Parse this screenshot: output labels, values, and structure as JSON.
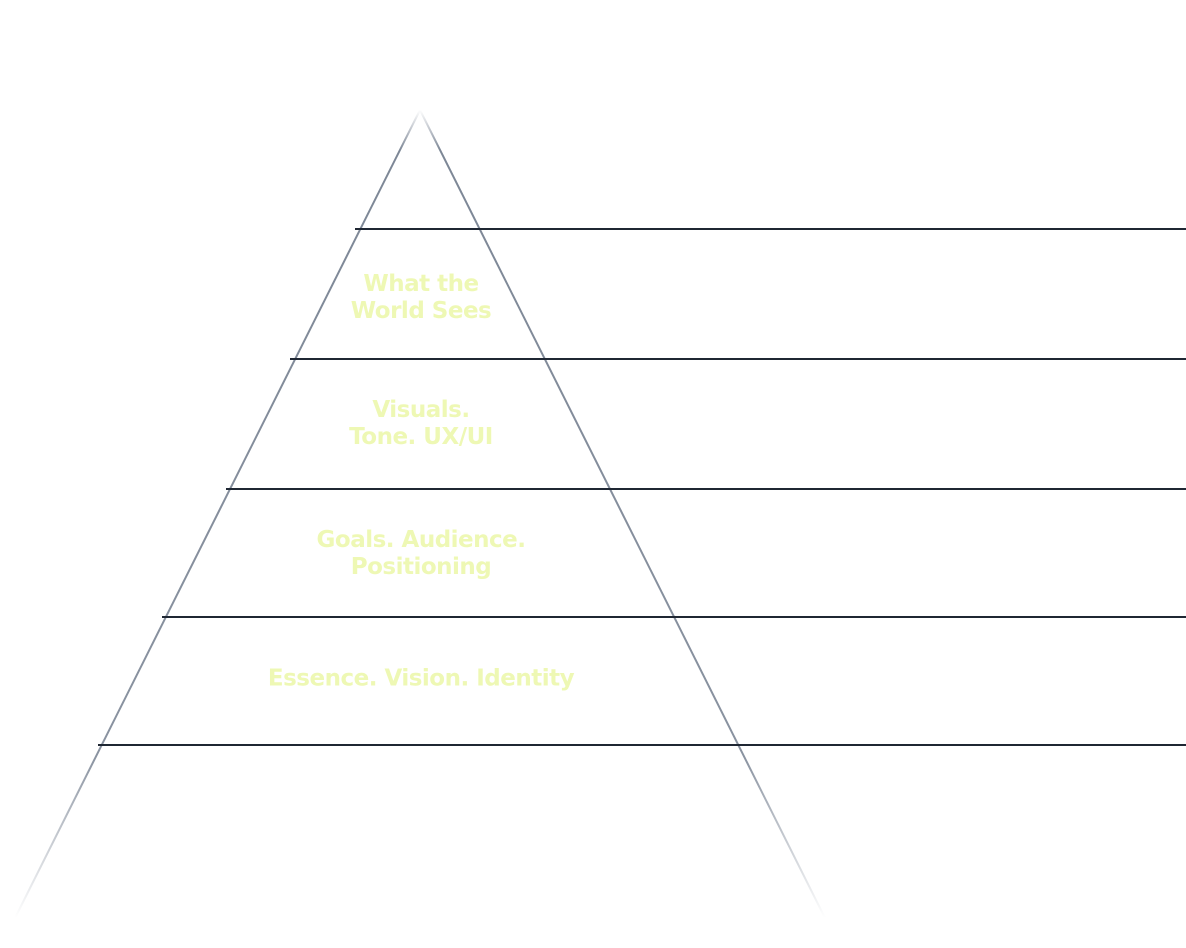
{
  "diagram": {
    "type": "pyramid",
    "colors": {
      "label_text": "#eef8b4",
      "divider_line": "#1f2733",
      "pyramid_edge": "#7d8796"
    },
    "tiers": [
      {
        "label": "What the\nWorld Sees"
      },
      {
        "label": "Visuals.\nTone. UX/UI"
      },
      {
        "label": "Goals. Audience.\nPositioning"
      },
      {
        "label": "Essence. Vision. Identity"
      }
    ]
  }
}
